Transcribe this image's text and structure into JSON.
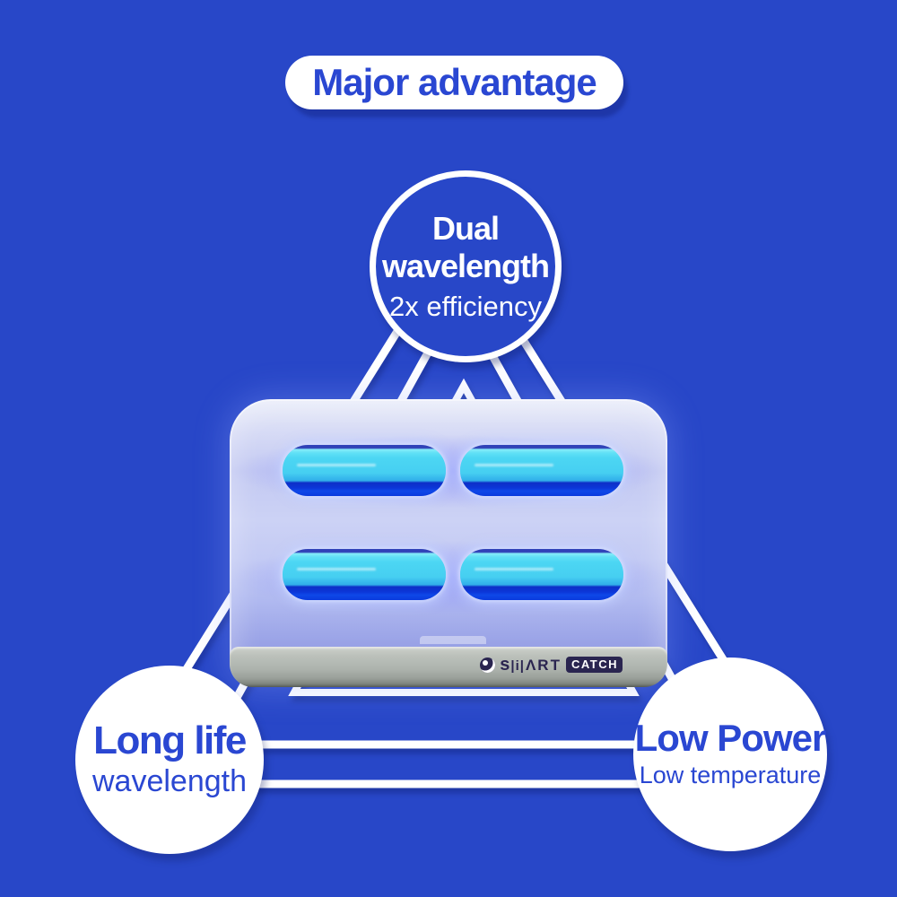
{
  "canvas": {
    "background_color": "#2847c8",
    "accent_text_color": "#2a47d2",
    "line_color": "#ffffff"
  },
  "banner": {
    "title": "Major advantage"
  },
  "diagram": {
    "top_node": {
      "title_line1": "Dual",
      "title_line2": "wavelength",
      "subtitle": "2x efficiency"
    },
    "bottom_left_node": {
      "title": "Long life",
      "subtitle": "wavelength"
    },
    "bottom_right_node": {
      "title": "Low Power",
      "subtitle": "Low temperature"
    }
  },
  "product": {
    "led_bar_count": 4,
    "logo": {
      "brand_prefix": "s",
      "brand_m": "|i|",
      "brand_suffix": "ΛRT",
      "badge": "CATCH"
    },
    "colors": {
      "led_cyan": "#49d4f2",
      "led_deep_blue": "#0c36d8",
      "body_lavender": "#c4cbf4",
      "base_silver": "#adb3ad",
      "logo_navy": "#2a2550"
    }
  }
}
